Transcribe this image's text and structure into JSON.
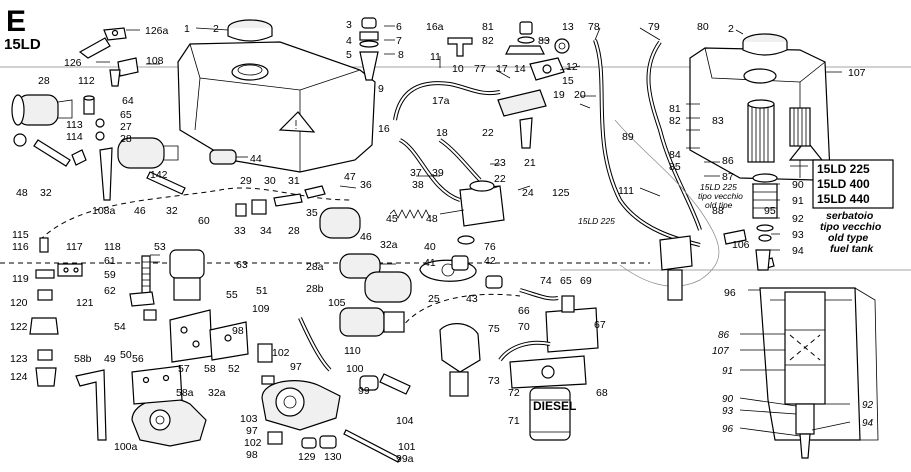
{
  "header": {
    "section_letter": "E",
    "model": "15LD"
  },
  "callouts": {
    "c126a": "126a",
    "c1": "1",
    "c2a": "2",
    "c3": "3",
    "c6": "6",
    "c4": "4",
    "c7": "7",
    "c5": "5",
    "c8": "8",
    "c16a": "16a",
    "c81": "81",
    "c82": "82",
    "c83": "83",
    "c13": "13",
    "c78": "78",
    "c79": "79",
    "c80": "80",
    "c2b": "2",
    "c126": "126",
    "c108": "108",
    "c11": "11",
    "c10": "10",
    "c77": "77",
    "c17": "17",
    "c14": "14",
    "c12": "12",
    "c15": "15",
    "c107": "107",
    "c28a": "28",
    "c112": "112",
    "c64": "64",
    "c9": "9",
    "c17a": "17a",
    "c19": "19",
    "c20": "20",
    "c65a": "65",
    "c27": "27",
    "c113": "113",
    "c114": "114",
    "c28b": "28",
    "c16": "16",
    "c18": "18",
    "c22a": "22",
    "c89": "89",
    "c81b": "81",
    "c82b": "82",
    "c83b": "83",
    "c84": "84",
    "c85": "85",
    "c86a": "86",
    "c87": "87",
    "c48": "48",
    "c32a": "32",
    "c108a": "108a",
    "c142": "142",
    "c46a": "46",
    "c32b": "32",
    "c44": "44",
    "c47": "47",
    "c37": "37",
    "c39": "39",
    "c38": "38",
    "c23": "23",
    "c21": "21",
    "c22b": "22",
    "c36": "36",
    "c24": "24",
    "c125": "125",
    "c29": "29",
    "c30": "30",
    "c31": "31",
    "c35": "35",
    "c33": "33",
    "c34": "34",
    "c60": "60",
    "c45": "45",
    "c28c": "28",
    "c46b": "46",
    "c32c": "32a",
    "c48b": "48",
    "c40": "40",
    "c76": "76",
    "c41": "41",
    "c42": "42",
    "c111": "111",
    "c88": "88",
    "c95": "95",
    "c90": "90",
    "c91": "91",
    "c92a": "92",
    "c93a": "93",
    "c106": "106",
    "c94": "94",
    "c115": "115",
    "c116": "116",
    "c117": "117",
    "c118": "118",
    "c53": "53",
    "c61": "61",
    "c59": "59",
    "c63": "63",
    "c119": "119",
    "c120": "120",
    "c121": "121",
    "c62": "62",
    "c55": "55",
    "c51": "51",
    "c28d": "28a",
    "c28e": "28b",
    "c25": "25",
    "c43": "43",
    "c74": "74",
    "c65b": "65",
    "c69": "69",
    "c96a": "96",
    "c122": "122",
    "c54": "54",
    "c109": "109",
    "c105": "105",
    "c66": "66",
    "c70": "70",
    "c67": "67",
    "c98a": "98",
    "c50": "50",
    "c49": "49",
    "c56": "56",
    "c57": "57",
    "c58a": "58",
    "c52": "52",
    "c123": "123",
    "c124": "124",
    "c58b": "58b",
    "c102a": "102",
    "c97a": "97",
    "c110": "110",
    "c75": "75",
    "c32d": "32a",
    "c58c": "58a",
    "c100": "100",
    "c99": "99",
    "c73": "73",
    "c72": "72",
    "c68": "68",
    "c103": "103",
    "c97b": "97",
    "c102b": "102",
    "c98b": "98",
    "c129": "129",
    "c130": "130",
    "c104": "104",
    "c101": "101",
    "c99a": "99a",
    "c100a": "100a",
    "c71": "71",
    "c86b": "86",
    "c107b": "107",
    "c91b": "91",
    "c90b": "90",
    "c93b": "93",
    "c92b": "92",
    "c96b": "96",
    "c94b": "94"
  },
  "labels": {
    "variant_15ld225": "15LD 225",
    "variant_15ld400": "15LD 400",
    "variant_15ld440": "15LD 440",
    "note_it_1": "serbatoio",
    "note_it_2": "tipo vecchio",
    "note_en_1": "old type",
    "note_en_2": "fuel tank",
    "mini_1": "15LD 225",
    "mini_2": "tipo vecchio",
    "mini_3": "old tipe",
    "model_tag": "15LD 225",
    "filter_text": "DIESEL"
  }
}
